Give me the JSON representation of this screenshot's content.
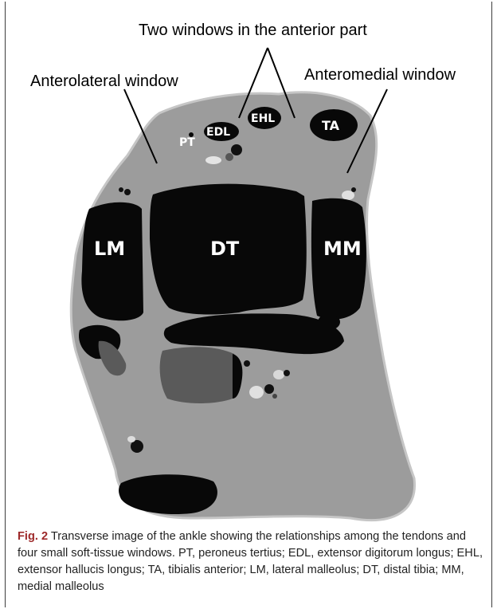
{
  "labels": {
    "anterior_part": "Two windows in the anterior part",
    "anterolateral": "Anterolateral window",
    "anteromedial": "Anteromedial window"
  },
  "structures": {
    "pt": "PT",
    "edl": "EDL",
    "ehl": "EHL",
    "ta": "TA",
    "lm": "LM",
    "dt": "DT",
    "mm": "MM"
  },
  "caption": {
    "label": "Fig. 2",
    "text": "Transverse image of the ankle showing the relationships among the tendons and four small soft-tissue windows. PT, peroneus tertius; EDL, extensor digitorum longus; EHL, extensor hallucis longus; TA, tibialis anterior; LM, lateral malleolus; DT, distal tibia; MM, medial malleolus"
  },
  "colors": {
    "soft_tissue": "#9c9c9c",
    "bone": "#080808",
    "dark_tissue": "#5a5a5a",
    "caption_label": "#9e2a2b"
  }
}
